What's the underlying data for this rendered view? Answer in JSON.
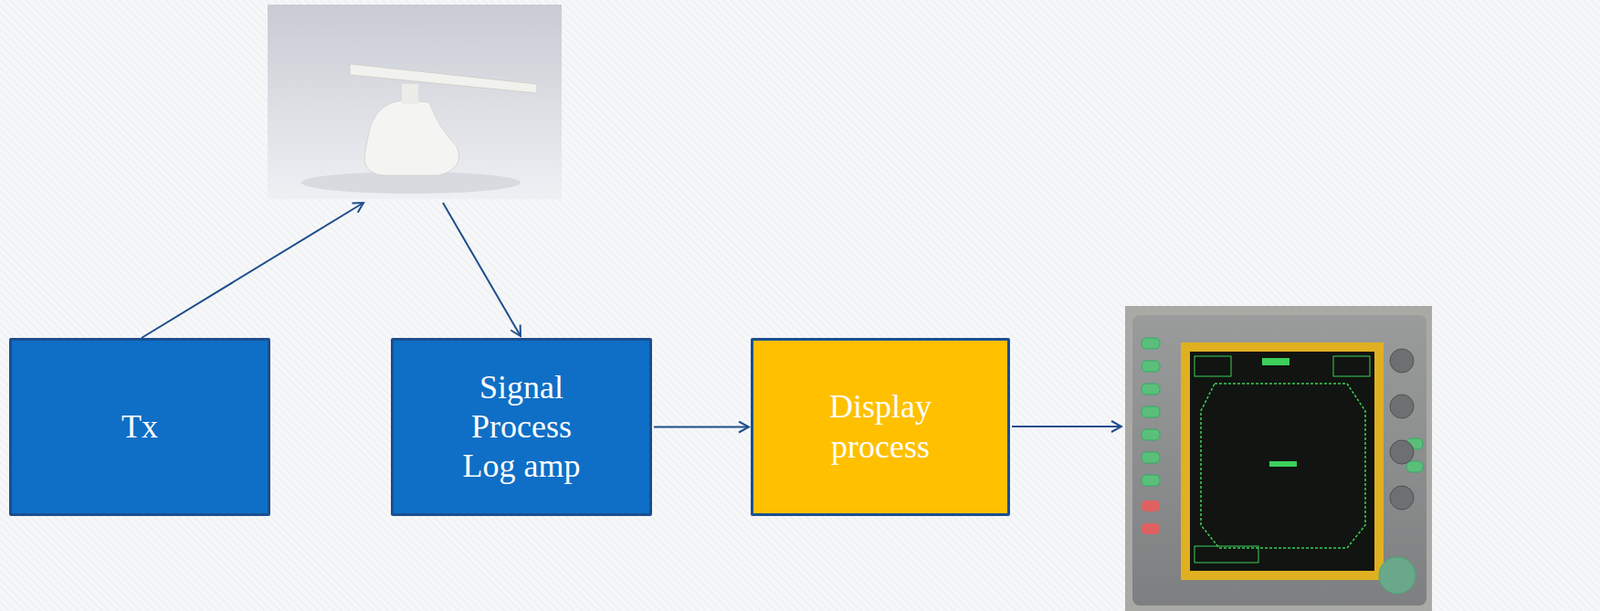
{
  "diagram": {
    "nodes": [
      {
        "text": [
          "Tx"
        ]
      },
      {
        "text": [
          "Signal Process Log amp"
        ]
      },
      {
        "text": [
          "Display process"
        ]
      }
    ],
    "edges": [
      {
        "from": 1,
        "to": 2,
        "arrow": "to"
      }
    ]
  }
}
